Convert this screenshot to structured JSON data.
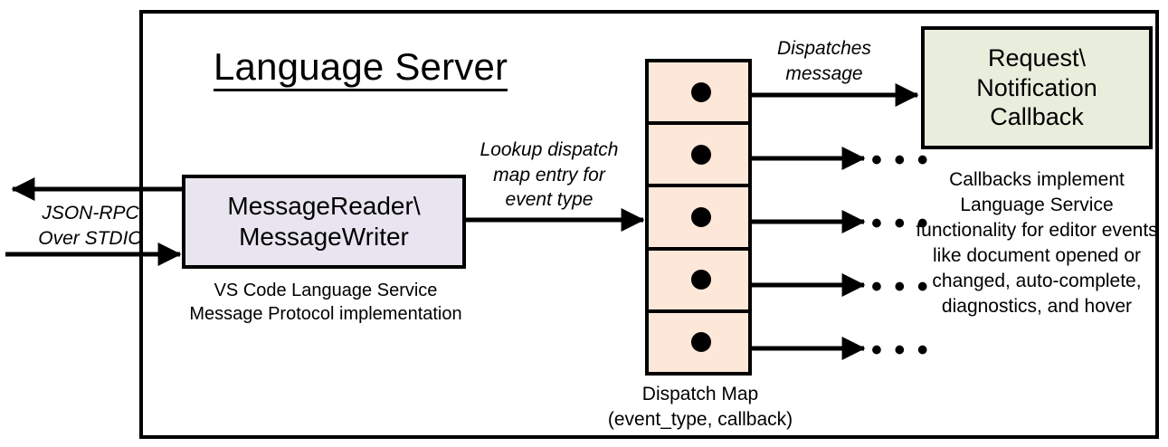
{
  "diagram": {
    "title": "Language Server",
    "boxes": {
      "message_reader": {
        "label": "MessageReader\\\nMessageWriter",
        "line1": "MessageReader\\",
        "line2": "MessageWriter",
        "caption_line1": "VS Code Language Service",
        "caption_line2": "Message Protocol implementation",
        "fill": "#e9e5f0"
      },
      "callback": {
        "line1": "Request\\",
        "line2": "Notification",
        "line3": "Callback",
        "fill": "#e9eedc",
        "caption": "Callbacks implement Language Service functionality for editor events like document opened or changed, auto-complete, diagnostics, and hover"
      },
      "dispatch_map": {
        "caption_line1": "Dispatch Map",
        "caption_line2": "(event_type, callback)",
        "fill": "#fce7d8",
        "row_count": 5,
        "rows": [
          {
            "marker": "dot",
            "out": "callback-box"
          },
          {
            "marker": "dot",
            "out": "..."
          },
          {
            "marker": "dot",
            "out": "..."
          },
          {
            "marker": "dot",
            "out": "..."
          },
          {
            "marker": "dot",
            "out": "..."
          }
        ]
      }
    },
    "annotations": {
      "jsonrpc_line1": "JSON-RPC",
      "jsonrpc_line2": "Over STDIO",
      "lookup_line1": "Lookup dispatch",
      "lookup_line2": "map entry for",
      "lookup_line3": "event type",
      "dispatches_line1": "Dispatches",
      "dispatches_line2": "message"
    },
    "ellipsis": "• • •",
    "colors": {
      "stroke": "#000000",
      "background": "#ffffff",
      "lavender": "#e9e5f0",
      "peach": "#fce7d8",
      "green": "#e9eedc"
    }
  }
}
